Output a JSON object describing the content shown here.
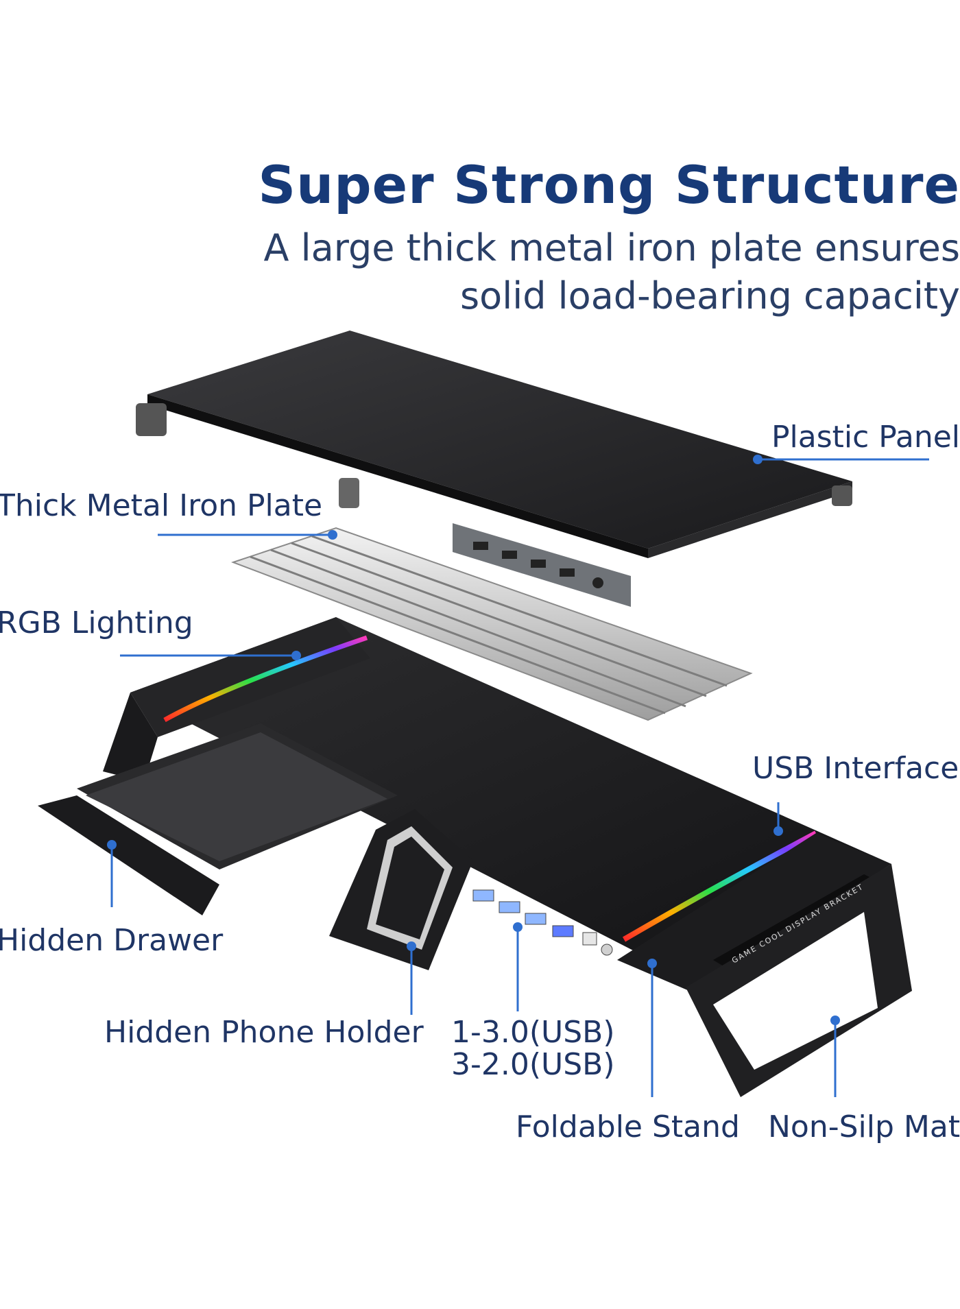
{
  "header": {
    "title": "Super Strong Structure",
    "subtitle_line1": "A large thick metal iron plate ensures",
    "subtitle_line2": "solid load-bearing capacity"
  },
  "callouts": {
    "plastic_panel": "Plastic Panel",
    "iron_plate": "Thick Metal Iron Plate",
    "rgb": "RGB Lighting",
    "usb_interface": "USB Interface",
    "drawer": "Hidden Drawer",
    "phone_holder": "Hidden Phone Holder",
    "usb_line1": "1-3.0(USB)",
    "usb_line2": "3-2.0(USB)",
    "foldable_stand": "Foldable Stand",
    "mat": "Non-Silp Mat"
  },
  "product": {
    "printed_text": "GAME COOL DISPLAY BRACKET"
  },
  "colors": {
    "accent": "#2f6fcf",
    "title": "#173a78",
    "body": "#1f3565"
  }
}
